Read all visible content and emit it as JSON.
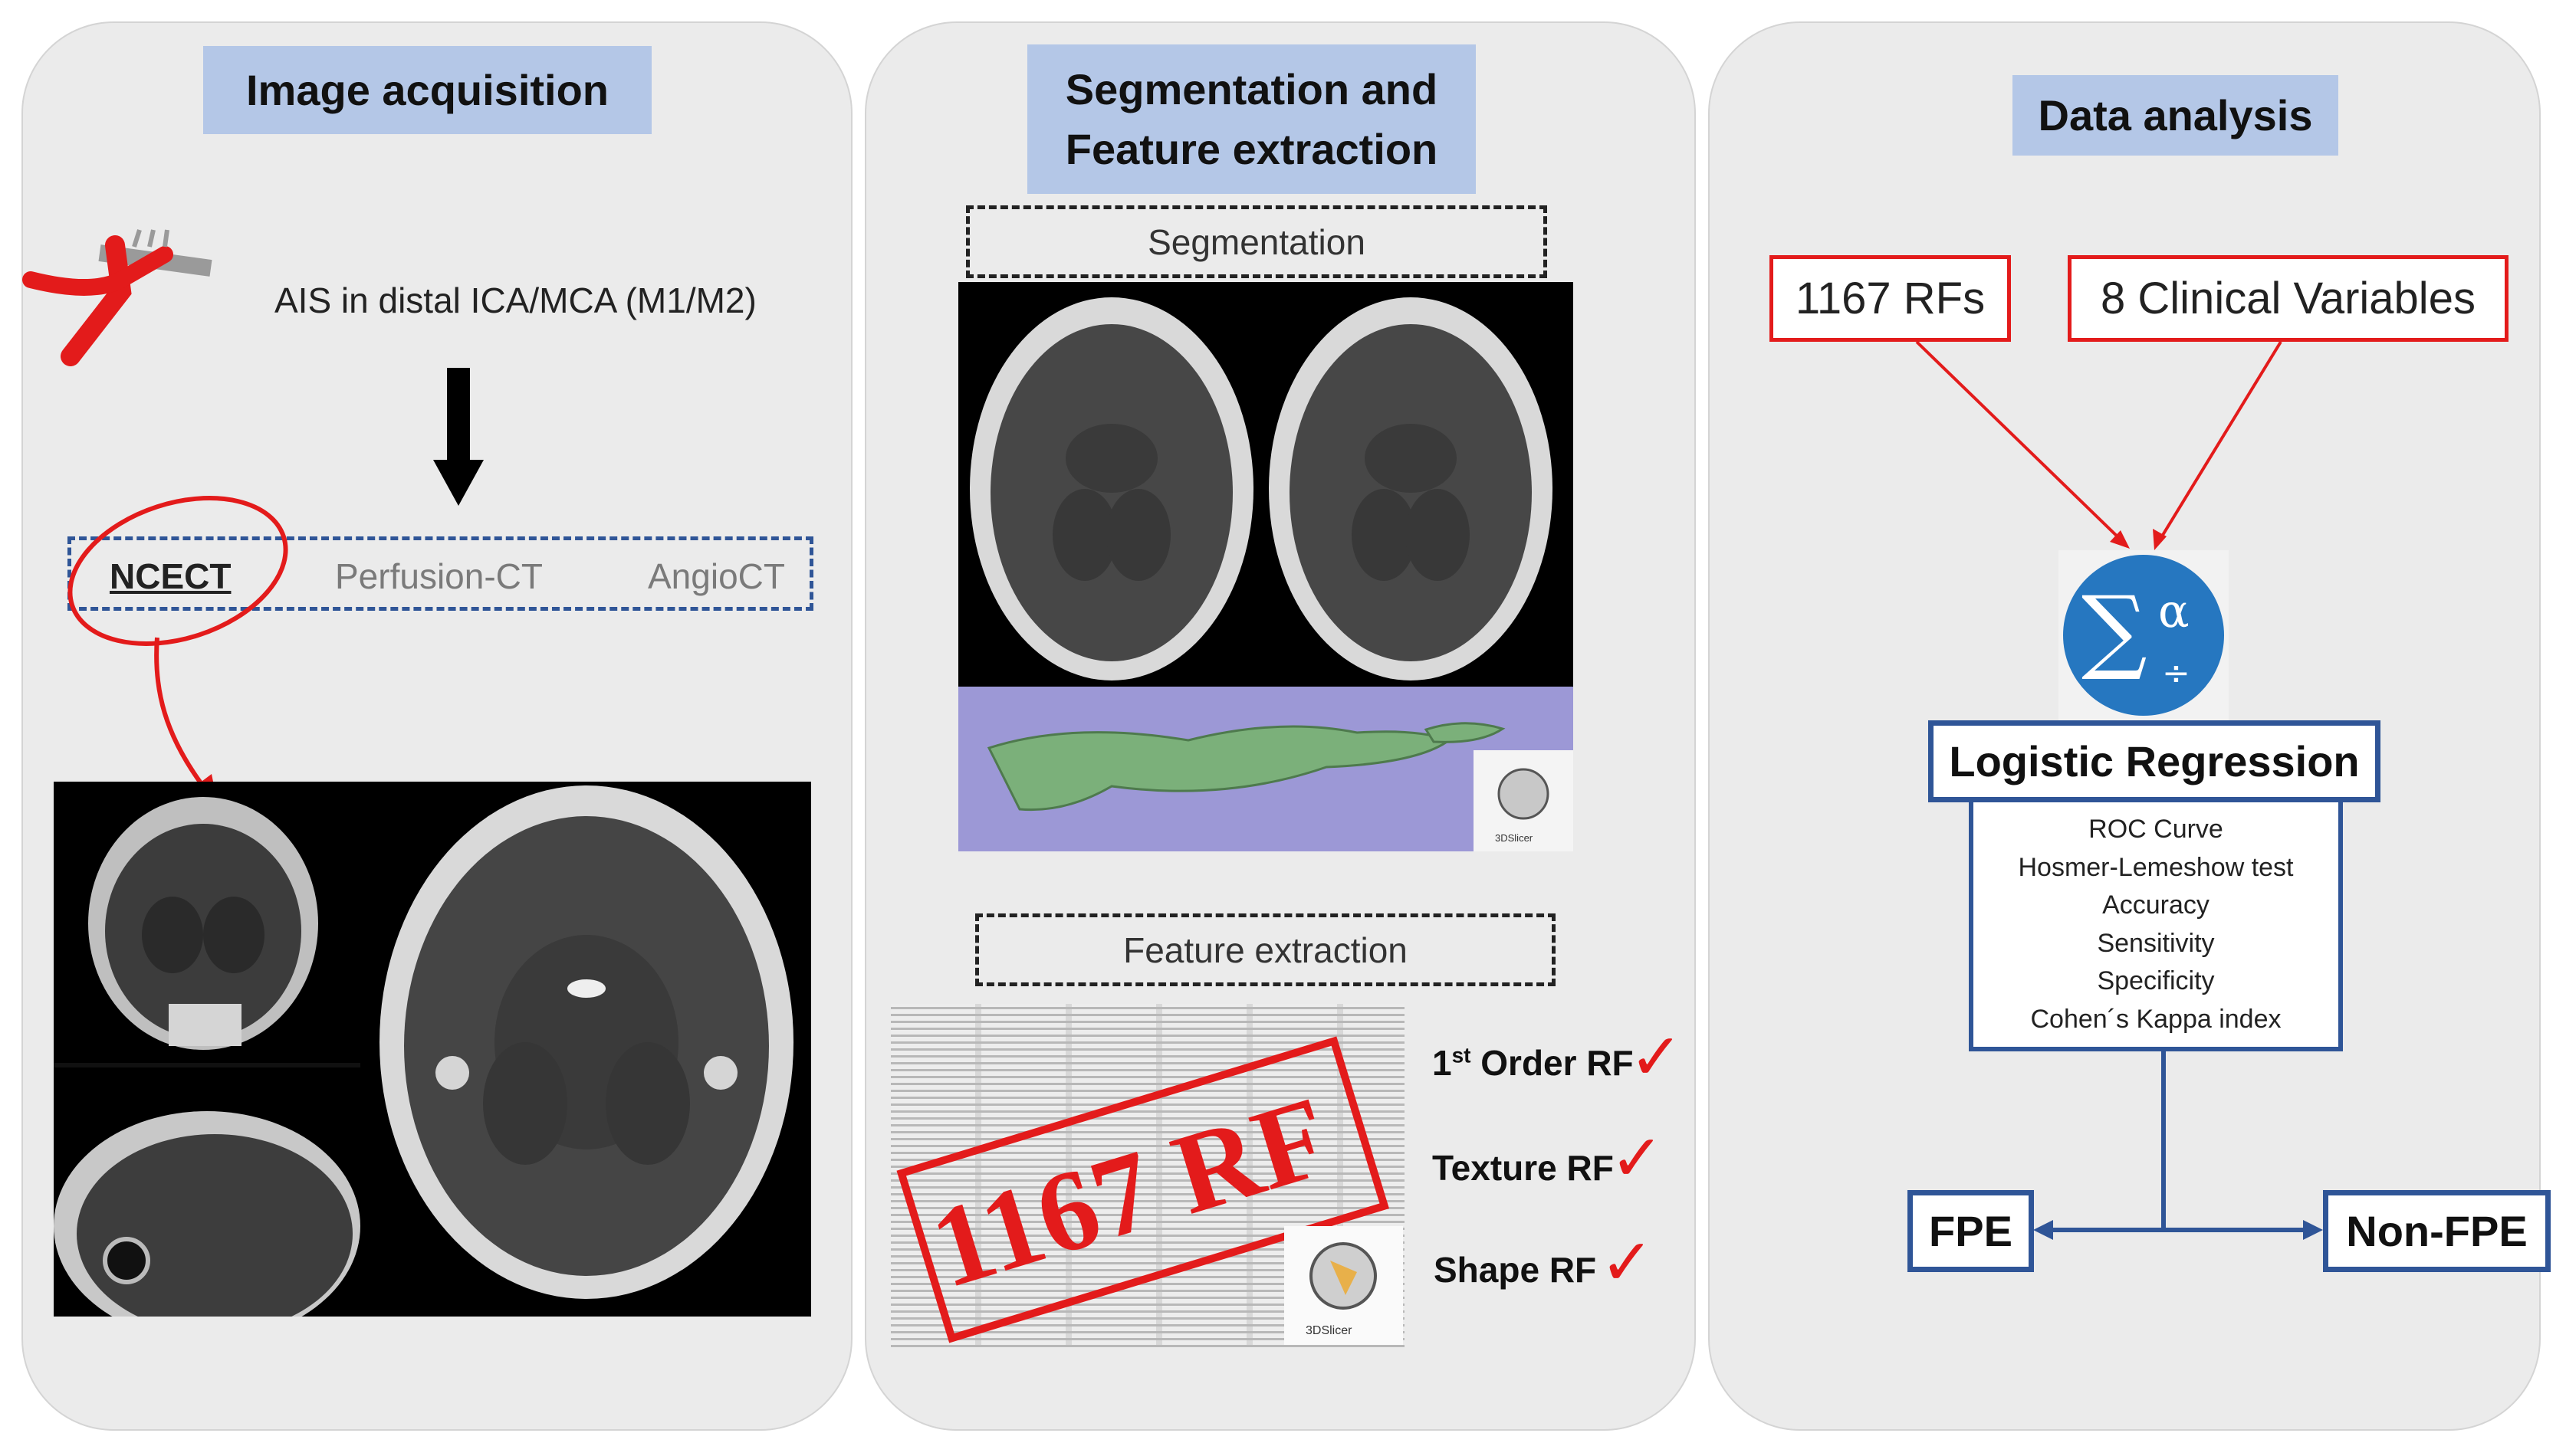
{
  "panel1": {
    "title": "Image acquisition",
    "ais_label": "AIS in distal ICA/MCA (M1/M2)",
    "modalities": [
      "NCECT",
      "Perfusion-CT",
      "AngioCT"
    ]
  },
  "panel2": {
    "title_line1": "Segmentation and",
    "title_line2": "Feature extraction",
    "segmentation_label": "Segmentation",
    "feature_label": "Feature extraction",
    "stamp": "1167 RF",
    "features": [
      {
        "prefix": "1",
        "sup": "st",
        "rest": " Order RF"
      },
      {
        "prefix": "Texture RF",
        "sup": "",
        "rest": ""
      },
      {
        "prefix": "Shape RF",
        "sup": "",
        "rest": ""
      }
    ],
    "slicer_label": "3DSlicer"
  },
  "panel3": {
    "title": "Data analysis",
    "inputs": [
      "1167 RFs",
      "8 Clinical Variables"
    ],
    "sigma_symbol": "∑",
    "alpha_symbol": "α",
    "div_symbol": "÷",
    "model": "Logistic Regression",
    "metrics": [
      "ROC Curve",
      "Hosmer-Lemeshow test",
      "Accuracy",
      "Sensitivity",
      "Specificity",
      "Cohen´s Kappa index"
    ],
    "outputs": [
      "FPE",
      "Non-FPE"
    ]
  },
  "colors": {
    "title_bg": "#b4c7e7",
    "red": "#e31b1b",
    "blue": "#2f5597",
    "panel_bg": "#ebebeb"
  }
}
